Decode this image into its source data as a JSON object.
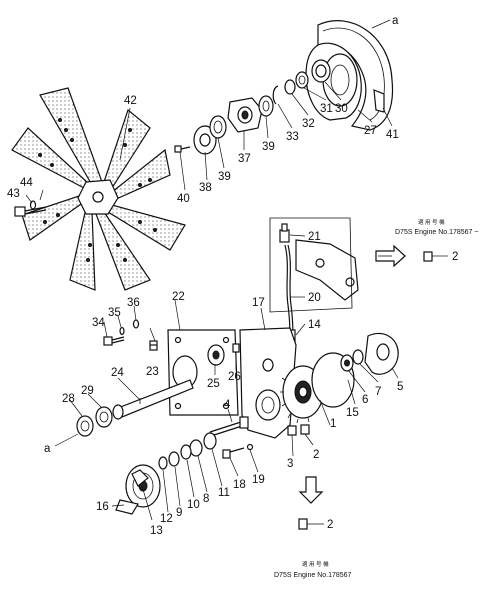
{
  "callouts": {
    "n1": "1",
    "n2a": "2",
    "n2b": "2",
    "n2c": "2",
    "n3": "3",
    "n4": "4",
    "n5": "5",
    "n6": "6",
    "n7": "7",
    "n8": "8",
    "n9": "9",
    "n10": "10",
    "n11": "11",
    "n12": "12",
    "n13": "13",
    "n14": "14",
    "n15": "15",
    "n16": "16",
    "n17": "17",
    "n18": "18",
    "n19": "19",
    "n20": "20",
    "n21": "21",
    "n22": "22",
    "n23": "23",
    "n24": "24",
    "n25": "25",
    "n26": "26",
    "n27": "27",
    "n28": "28",
    "n29": "29",
    "n30": "30",
    "n31": "31",
    "n32": "32",
    "n33": "33",
    "n34": "34",
    "n35": "35",
    "n36": "36",
    "n37": "37",
    "n38": "38",
    "n39a": "39",
    "n39b": "39",
    "n40": "40",
    "n41": "41",
    "n42": "42",
    "n43": "43",
    "n44": "44"
  },
  "refs": {
    "a_top": "a",
    "a_left": "a"
  },
  "notes": {
    "top_applicability_jp": "適 用 号 機",
    "top_serial": "D75S Engine No.178567 ~",
    "bottom_applicability_jp": "適 用 号 機",
    "bottom_serial": "D75S Engine No.178567"
  }
}
